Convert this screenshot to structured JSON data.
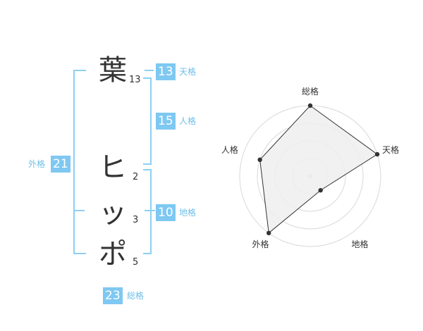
{
  "name": {
    "chars": [
      {
        "char": "葉",
        "strokes": "13"
      },
      {
        "char": "ヒ",
        "strokes": "2"
      },
      {
        "char": "ッ",
        "strokes": "3"
      },
      {
        "char": "ポ",
        "strokes": "5"
      }
    ]
  },
  "fortune": {
    "tenkaku": {
      "value": "13",
      "label": "天格"
    },
    "jinkaku": {
      "value": "15",
      "label": "人格"
    },
    "chikaku": {
      "value": "10",
      "label": "地格"
    },
    "gaikaku": {
      "value": "21",
      "label": "外格"
    },
    "soukaku": {
      "value": "23",
      "label": "総格"
    }
  },
  "colors": {
    "badge": "#7ec8f2",
    "label": "#6fbfe8",
    "bracket": "#8dd0f2",
    "radar_fill": "#efefef",
    "radar_grid": "#d9d9d9",
    "radar_line": "#333333"
  },
  "chart_data": {
    "type": "radar",
    "axes": [
      "総格",
      "天格",
      "地格",
      "外格",
      "人格"
    ],
    "values": [
      4,
      4,
      1,
      4,
      3
    ],
    "range": [
      0,
      4
    ],
    "rings": 4
  }
}
